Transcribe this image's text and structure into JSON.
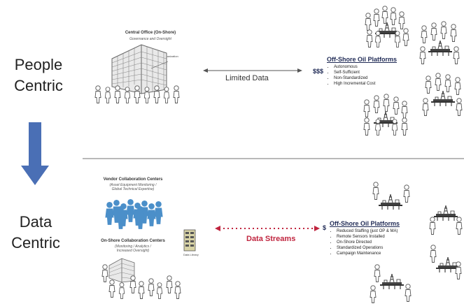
{
  "top": {
    "label_line1": "People",
    "label_line2": "Centric",
    "office_title": "Central Office (On-Shore)",
    "office_subtitle": "Governance and Oversight",
    "office_callout": "Organization",
    "link_label": "Limited Data",
    "cost": "$$$",
    "platforms_title": "Off-Shore Oil Platforms",
    "platforms_bullets": [
      "Autonomous",
      "Self-Sufficient",
      "Non-Standardized",
      "High Incremental Cost"
    ]
  },
  "bottom": {
    "label_line1": "Data",
    "label_line2": "Centric",
    "vendor_title": "Vendor Collaboration Centers",
    "vendor_subtitle_1": "(Asset Equipment Monitoring /",
    "vendor_subtitle_2": "Global Technical Expertise)",
    "onshore_title": "On-Shore Collaboration Centers",
    "onshore_subtitle_1": "(Monitoring / Analytics /",
    "onshore_subtitle_2": "Increased Oversight)",
    "data_library_label": "Data Library",
    "stream_label": "Data Streams",
    "cost": "$",
    "platforms_title": "Off-Shore Oil Platforms",
    "platforms_bullets": [
      "Reduced Staffing (just OP & MA)",
      "Remote Sensors Installed",
      "On-Shore Directed",
      "Standardized Operations",
      "Campaign Maintenance"
    ]
  },
  "colors": {
    "transition_arrow": "#4a6fb5",
    "data_stream": "#c0253f",
    "vendor_people": "#4b8fc9",
    "divider": "#b9b9b9",
    "platform_title": "#1f2a55"
  },
  "icons": {
    "transition": "down-arrow-icon",
    "person": "person-icon",
    "platform": "oil-platform-icon",
    "building": "office-building-icon",
    "server": "data-library-icon"
  }
}
